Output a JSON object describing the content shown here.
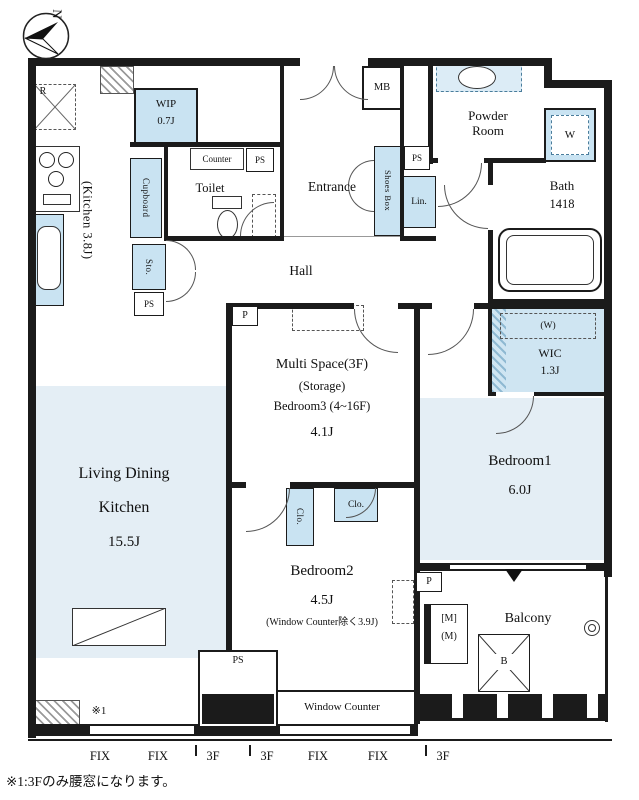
{
  "compass": {
    "label": "N"
  },
  "rooms": {
    "kitchen": {
      "label": "(Kitchen 3.8J)"
    },
    "wip": {
      "name": "WIP",
      "size": "0.7J"
    },
    "counter": {
      "name": "Counter"
    },
    "toilet": {
      "name": "Toilet"
    },
    "entrance": {
      "name": "Entrance"
    },
    "shoes_box": {
      "name": "Shoes Box"
    },
    "lin": {
      "name": "Lin."
    },
    "mb": {
      "name": "MB"
    },
    "powder_room": {
      "name": "Powder Room"
    },
    "washer": {
      "name": "W"
    },
    "bath": {
      "name": "Bath",
      "size": "1418"
    },
    "cupboard": {
      "name": "Cupboard"
    },
    "sto": {
      "name": "Sto."
    },
    "hall": {
      "name": "Hall"
    },
    "wic": {
      "name": "WIC",
      "size": "1.3J",
      "washer_mark": "(W)"
    },
    "multi_space": {
      "line1": "Multi Space(3F)",
      "line2": "(Storage)",
      "line3": "Bedroom3 (4~16F)",
      "size": "4.1J"
    },
    "bedroom1": {
      "name": "Bedroom1",
      "size": "6.0J"
    },
    "ldk": {
      "line1": "Living Dining",
      "line2": "Kitchen",
      "size": "15.5J"
    },
    "bedroom2": {
      "name": "Bedroom2",
      "size": "4.5J",
      "note": "(Window Counter除く3.9J)"
    },
    "closet": {
      "name": "Clo."
    },
    "balcony": {
      "name": "Balcony"
    },
    "window_counter": {
      "name": "Window Counter"
    }
  },
  "marks": {
    "ps": "PS",
    "p": "P",
    "r": "R",
    "b": "B",
    "meter_top": "[M]",
    "meter_bottom": "(M)",
    "note_ref": "※1"
  },
  "bottom_row": [
    {
      "text": "FIX"
    },
    {
      "text": "FIX"
    },
    {
      "text": "3F"
    },
    {
      "text": "3F"
    },
    {
      "text": "FIX"
    },
    {
      "text": "FIX"
    },
    {
      "text": "3F"
    }
  ],
  "footnote": "※1:3Fのみ腰窓になります。",
  "colors": {
    "wall": "#1b1b1b",
    "fixture": "#c9e3f2",
    "floor": "#e4eef5"
  }
}
